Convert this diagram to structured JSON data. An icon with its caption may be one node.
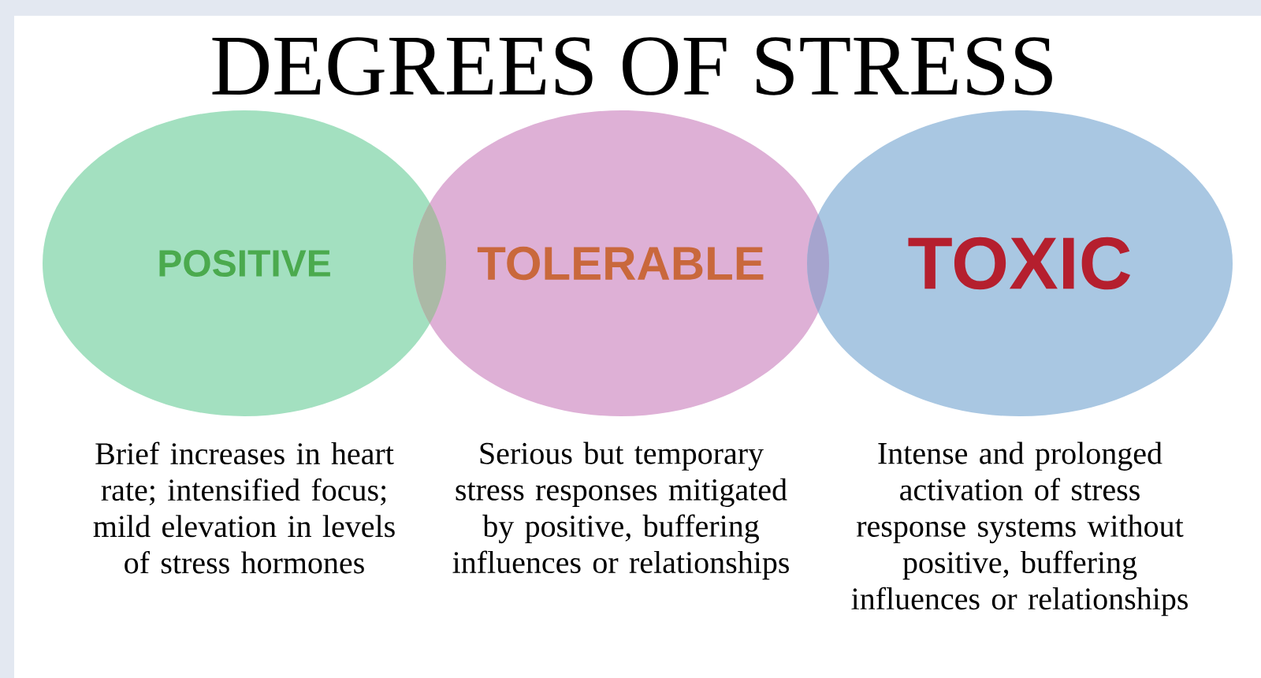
{
  "diagram": {
    "title": "DEGREES OF STRESS",
    "nodes": [
      {
        "text": [
          "POSITIVE"
        ],
        "beside": [
          "Brief increases in heart rate; intensified focus; mild elevation in levels of stress hormones"
        ]
      },
      {
        "text": [
          "TOLERABLE"
        ],
        "beside": [
          "Serious but temporary stress responses mitigated by positive, buffering influences or relationships"
        ]
      },
      {
        "text": [
          "TOXIC"
        ],
        "beside": [
          "Intense and prolonged activation of stress response systems without positive, buffering influences or relationships"
        ]
      }
    ]
  }
}
